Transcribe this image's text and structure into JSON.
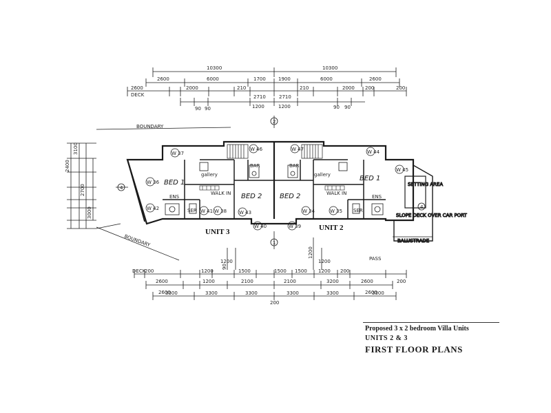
{
  "title_block": {
    "line1": "Proposed 3 x 2 bedroom Villa Units",
    "line2": "UNITS 2 & 3",
    "line3": "FIRST FLOOR PLANS"
  },
  "units": {
    "left": "UNIT 3",
    "right": "UNIT 2"
  },
  "rooms": {
    "bed1_left": "BED 1",
    "bed2_left": "BED 2",
    "bed2_right": "BED 2",
    "bed1_right": "BED 1",
    "gallery_left": "gallery",
    "gallery_right": "gallery",
    "walk_in_left": "WALK IN",
    "walk_in_right": "WALK IN",
    "ens_left": "ENS",
    "ens_right": "ENS",
    "ser_left": "SER",
    "ser_right": "SER",
    "bar_left": "BAR",
    "bar_right": "BAR",
    "setting_area": "SETTING AREA"
  },
  "notes": {
    "boundary_top": "BOUNDARY",
    "boundary_bottom": "BOUNDARY",
    "balustrade": "BALUSTRADE",
    "slope_deck": "SLOPE DECK OVER CAR PORT"
  },
  "dimensions": {
    "top_overall": [
      "10300",
      "10300"
    ],
    "top_row2": [
      "2600",
      "6000",
      "1700",
      "1900",
      "6000",
      "2600"
    ],
    "top_row3": [
      "2600",
      "DECK",
      "2000",
      "210",
      "2710",
      "2710",
      "210",
      "2000",
      "200",
      "200"
    ],
    "top_row4": [
      "1200",
      "1200",
      "90",
      "90",
      "90",
      "90"
    ],
    "bottom_row1": [
      "90",
      "1200",
      "1200",
      "1200",
      "PASS"
    ],
    "bottom_row2": [
      "DECK",
      "200",
      "2600",
      "1200",
      "1500",
      "1500",
      "1500",
      "1200",
      "200",
      "2600",
      "200"
    ],
    "bottom_row3": [
      "2600",
      "1200",
      "2100",
      "2100",
      "3200",
      "2600"
    ],
    "bottom_row4": [
      "3300",
      "3300",
      "3300",
      "3300",
      "3300",
      "3300"
    ],
    "bottom_center": "200",
    "left_side": [
      "2400",
      "3100",
      "2700",
      "3000"
    ]
  },
  "markers": {
    "north_top": "2",
    "south_bottom": "1",
    "west": "4",
    "east": "4"
  },
  "tags": [
    "W 37",
    "W 36",
    "W 42",
    "W 41",
    "W 38",
    "W 43",
    "W 40",
    "W 39",
    "W 34",
    "W 35",
    "W 44",
    "W 45",
    "W 46",
    "W 47"
  ]
}
